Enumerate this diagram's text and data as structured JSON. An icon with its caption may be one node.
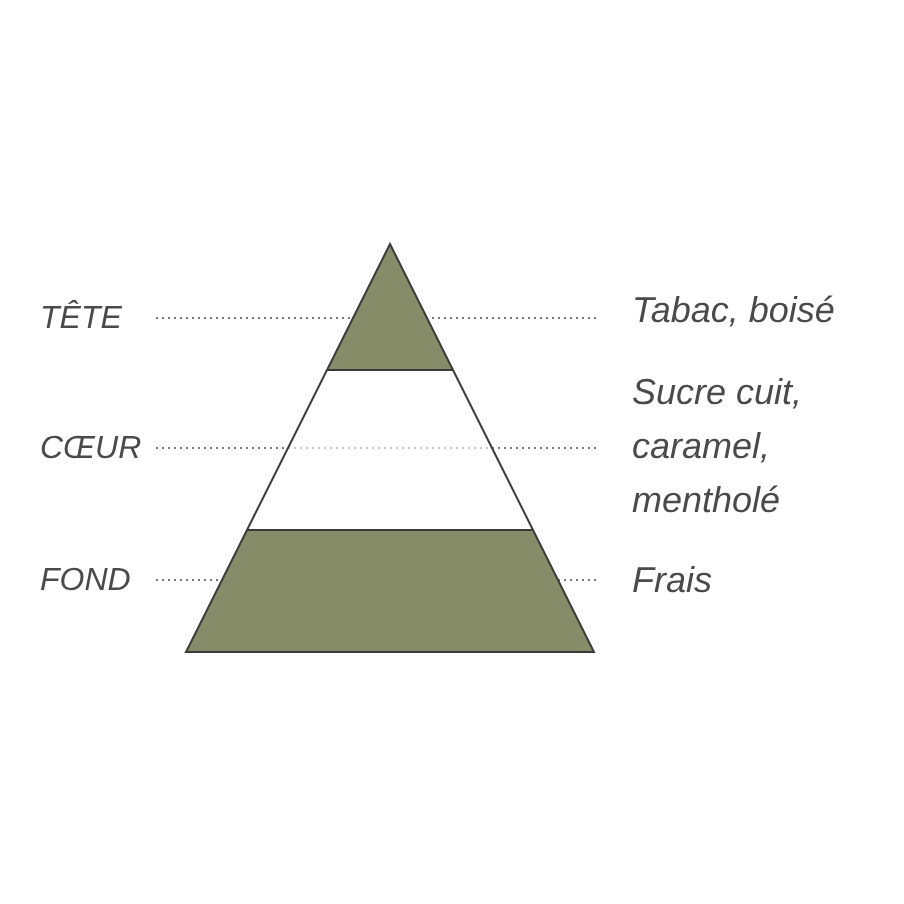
{
  "diagram": {
    "labels": [
      "TÊTE",
      "Tabac, boisé",
      "CŒUR",
      "Sucre cuit, caramel, mentholé",
      "FOND",
      "Frais"
    ]
  }
}
